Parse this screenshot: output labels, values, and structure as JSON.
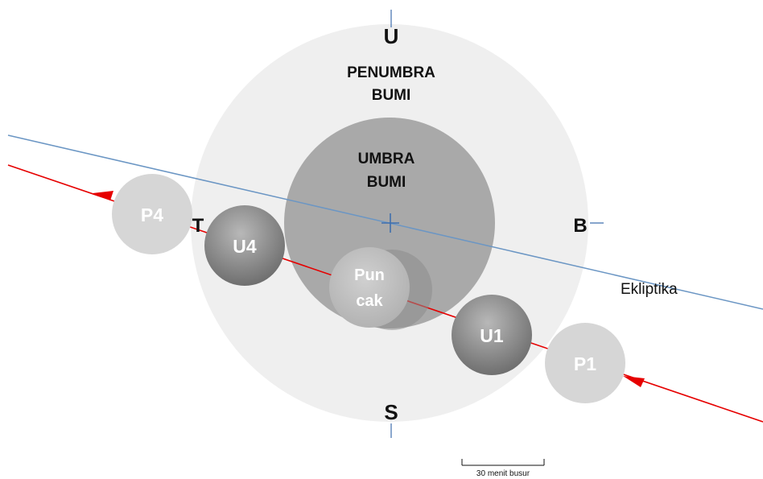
{
  "labels": {
    "north": "U",
    "south": "S",
    "east": "T",
    "west": "B",
    "penumbra_line1": "PENUMBRA",
    "penumbra_line2": "BUMI",
    "umbra_line1": "UMBRA",
    "umbra_line2": "BUMI",
    "ecliptic": "Ekliptika",
    "peak_line1": "Pun",
    "peak_line2": "cak",
    "contact_p1": "P1",
    "contact_u1": "U1",
    "contact_u4": "U4",
    "contact_p4": "P4",
    "scale_bar": "30 menit busur"
  },
  "colors": {
    "penumbra": "#efefef",
    "umbra": "#a9a9a9",
    "moon_penumbral": "#d6d6d6",
    "moon_umbral_dark": "#7c7c7c",
    "moon_umbral_light": "#c9c9c9",
    "ecliptic_line": "#6b96c4",
    "moon_path": "#e60000",
    "axis_tick": "#3f6fae",
    "text_dark": "#111111",
    "text_light": "#ffffff"
  }
}
